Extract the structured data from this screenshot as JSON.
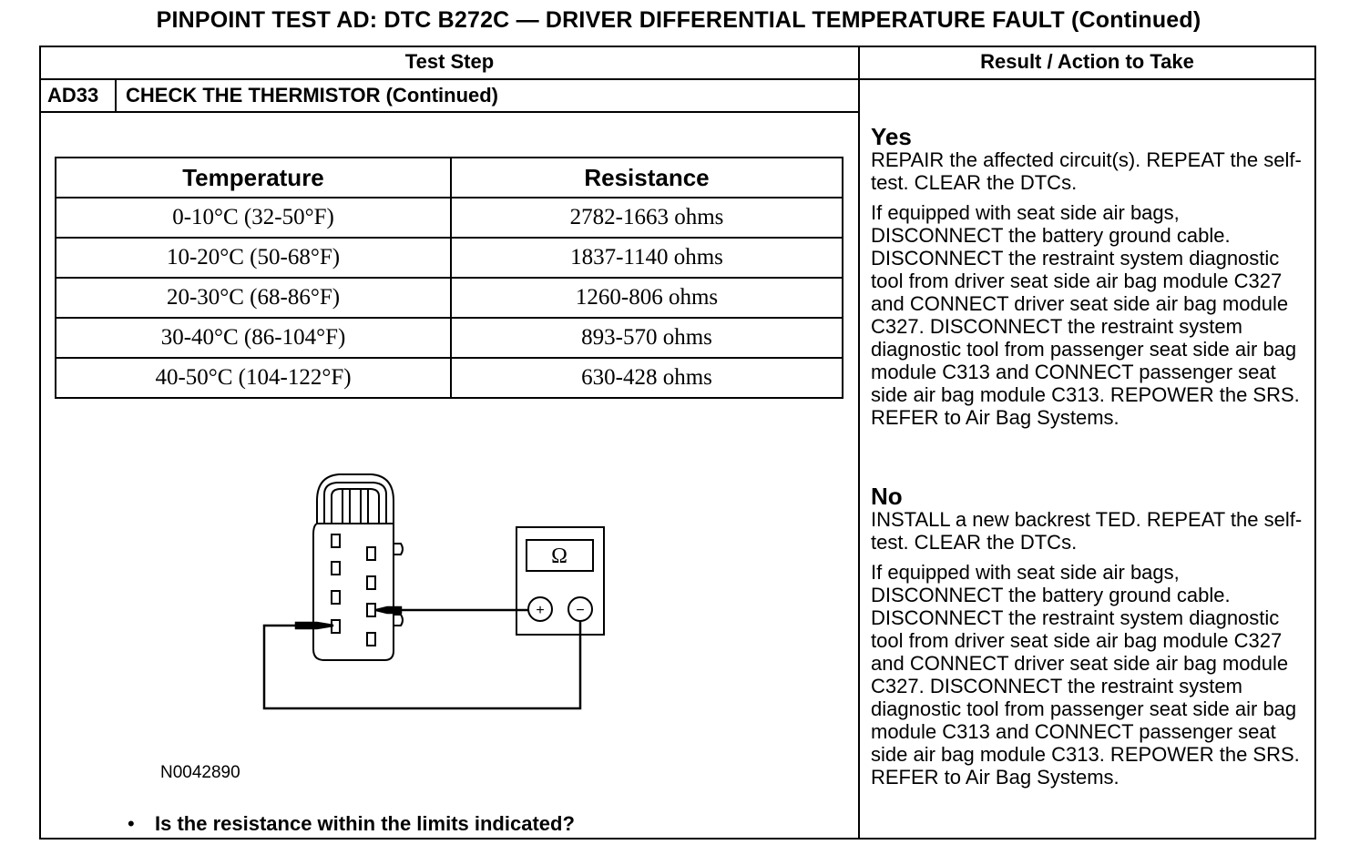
{
  "title": "PINPOINT TEST  AD: DTC B272C — DRIVER DIFFERENTIAL TEMPERATURE FAULT (Continued)",
  "header": {
    "test_step": "Test Step",
    "result_action": "Result / Action to Take"
  },
  "step": {
    "id": "AD33",
    "title": "CHECK THE THERMISTOR (Continued)"
  },
  "resistance_table": {
    "columns": [
      "Temperature",
      "Resistance"
    ],
    "rows": [
      [
        "0-10°C (32-50°F)",
        "2782-1663 ohms"
      ],
      [
        "10-20°C (50-68°F)",
        "1837-1140 ohms"
      ],
      [
        "20-30°C (68-86°F)",
        "1260-806 ohms"
      ],
      [
        "30-40°C (86-104°F)",
        "893-570 ohms"
      ],
      [
        "40-50°C (104-122°F)",
        "630-428 ohms"
      ]
    ]
  },
  "diagram": {
    "meter_symbol": "Ω",
    "plus": "+",
    "minus": "−",
    "figure_id": "N0042890"
  },
  "question": "Is the resistance within the limits indicated?",
  "bullet_char": "•",
  "results": {
    "yes": {
      "label": "Yes",
      "line1": "REPAIR the affected circuit(s). REPEAT the self-test. CLEAR the DTCs.",
      "line2": "If equipped with seat side air bags, DISCONNECT the battery ground cable. DISCONNECT the restraint system diagnostic tool from driver seat side air bag module C327 and CONNECT driver seat side air bag module C327. DISCONNECT the restraint  system diagnostic tool from passenger seat side air bag module C313 and CONNECT passenger seat side air bag module C313. REPOWER the SRS. REFER to Air Bag Systems."
    },
    "no": {
      "label": "No",
      "line1": "INSTALL a new backrest TED. REPEAT the self-test. CLEAR the DTCs.",
      "line2": "If equipped with seat side air bags, DISCONNECT the battery ground cable. DISCONNECT the restraint system diagnostic tool from driver seat side air bag module C327 and CONNECT driver seat side air bag module C327. DISCONNECT the restraint  system diagnostic tool from passenger seat side air bag module C313 and CONNECT passenger seat side air bag module C313. REPOWER the SRS. REFER to Air Bag Systems."
    }
  }
}
